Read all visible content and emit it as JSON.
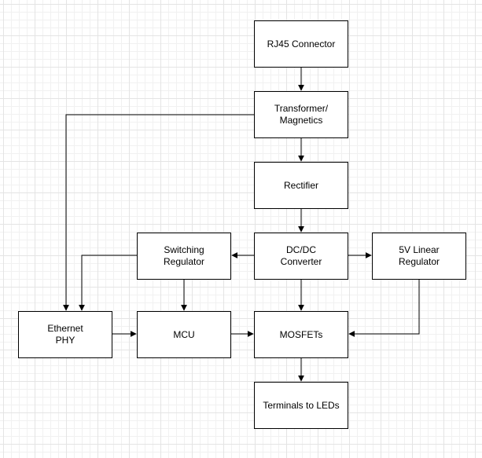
{
  "nodes": {
    "rj45": "RJ45 Connector",
    "transformer": "Transformer/\nMagnetics",
    "rectifier": "Rectifier",
    "dcdc": "DC/DC\nConverter",
    "switching": "Switching\nRegulator",
    "linear": "5V Linear\nRegulator",
    "phy": "Ethernet\nPHY",
    "mcu": "MCU",
    "mosfets": "MOSFETs",
    "terminals": "Terminals to LEDs"
  },
  "edges": [
    {
      "from": "rj45",
      "to": "transformer"
    },
    {
      "from": "transformer",
      "to": "rectifier"
    },
    {
      "from": "transformer",
      "to": "phy"
    },
    {
      "from": "rectifier",
      "to": "dcdc"
    },
    {
      "from": "dcdc",
      "to": "switching"
    },
    {
      "from": "dcdc",
      "to": "linear"
    },
    {
      "from": "dcdc",
      "to": "mosfets"
    },
    {
      "from": "switching",
      "to": "phy"
    },
    {
      "from": "switching",
      "to": "mcu"
    },
    {
      "from": "linear",
      "to": "mosfets"
    },
    {
      "from": "phy",
      "to": "mcu"
    },
    {
      "from": "mcu",
      "to": "mosfets"
    },
    {
      "from": "mosfets",
      "to": "terminals"
    }
  ],
  "colors": {
    "stroke": "#000000",
    "fill": "#ffffff",
    "grid": "#e4e4e4"
  }
}
